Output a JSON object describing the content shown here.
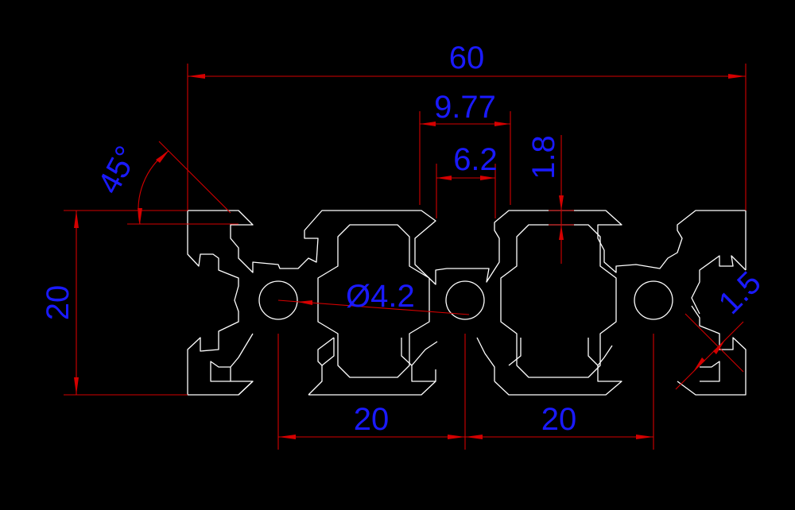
{
  "drawing": {
    "background": "#000000",
    "profile_color": "#ffffff",
    "dimension_line_color": "#d40000",
    "dimension_text_color": "#1a1aff",
    "dimensions": {
      "overall_width": "60",
      "slot_opening_outer": "9.77",
      "slot_opening_inner": "6.2",
      "lip_thickness": "1.8",
      "angle": "45°",
      "height": "20",
      "bore_diameter": "Ø4.2",
      "wall_thickness": "1.5",
      "pitch_left": "20",
      "pitch_right": "20"
    }
  }
}
